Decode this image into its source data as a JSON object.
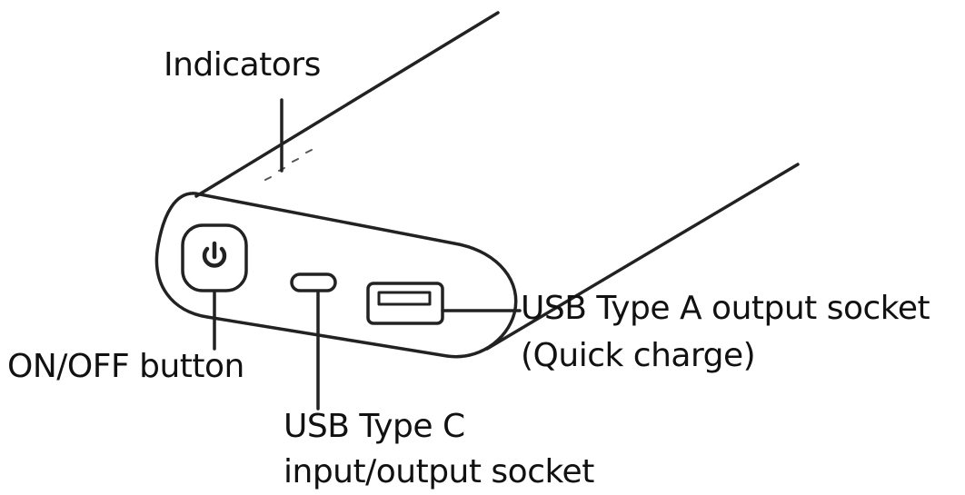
{
  "labels": {
    "indicators": "Indicators",
    "on_off_button": "ON/OFF button",
    "usb_c_line1": "USB Type C",
    "usb_c_line2": "input/output socket",
    "usb_a_line1": "USB Type A output socket",
    "usb_a_line2": "(Quick charge)"
  },
  "colors": {
    "stroke": "#222222",
    "background": "#ffffff"
  },
  "icons": {
    "power_button": "power-icon"
  }
}
